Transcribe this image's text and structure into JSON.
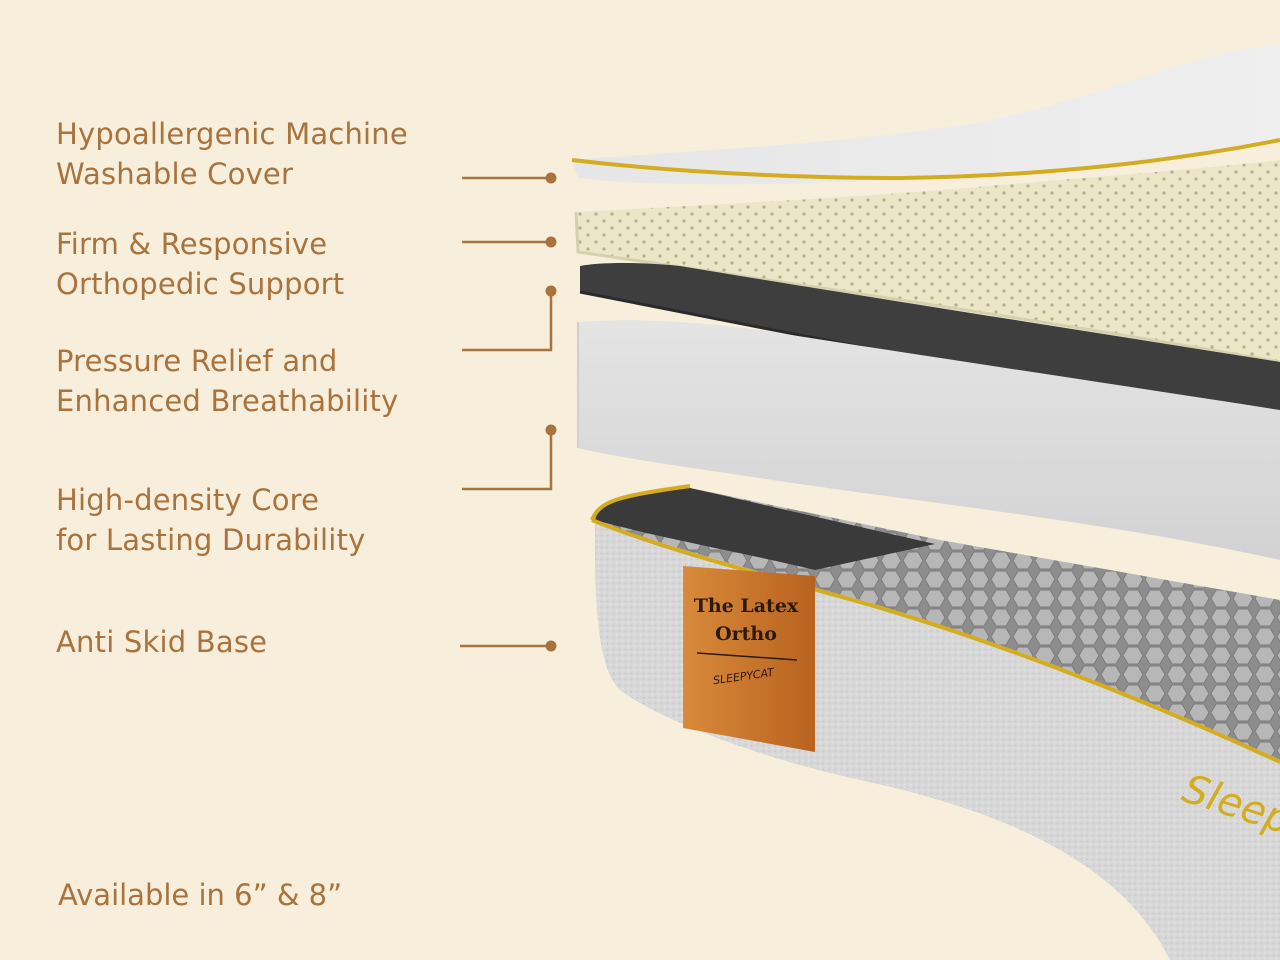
{
  "features": [
    {
      "line1": "Hypoallergenic Machine",
      "line2": "Washable Cover"
    },
    {
      "line1": "Firm & Responsive",
      "line2": "Orthopedic Support"
    },
    {
      "line1": "Pressure Relief and",
      "line2": "Enhanced Breathability"
    },
    {
      "line1": "High-density Core",
      "line2": "for Lasting Durability"
    },
    {
      "line1": "Anti Skid Base"
    }
  ],
  "footnote": "Available in 6” & 8”",
  "mattress_label": {
    "title_line1": "The Latex",
    "title_line2": "Ortho",
    "brand": "SLEEPYCAT"
  },
  "side_logo": "Sleepyc",
  "colors": {
    "background": "#f7eedc",
    "text": "#a8733d",
    "accent_piping": "#d4ac1f",
    "label_tag": "#c8742a"
  }
}
